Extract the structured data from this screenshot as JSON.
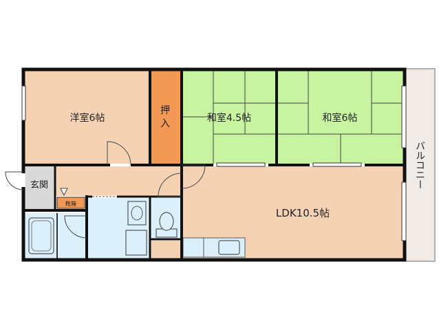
{
  "rooms": {
    "western_room": "洋室6帖",
    "closet": "押入",
    "japanese_room_a": "和室4.5帖",
    "japanese_room_b": "和室6帖",
    "balcony": "バルコニー",
    "entrance": "玄関",
    "shoe_box": "靴箱",
    "ldk": "LDK10.5帖"
  },
  "colors": {
    "western_room": "#f6d2b4",
    "closet": "#f29a55",
    "tatami": "#c8f4a2",
    "ldk": "#f6d2b4",
    "corridor": "#f6d2b4",
    "entrance": "#d9d9d9",
    "wet_area": "#dbf0fb",
    "balcony": "#f0ebe6",
    "shoe_box": "#f29a55",
    "wall": "#111111"
  }
}
